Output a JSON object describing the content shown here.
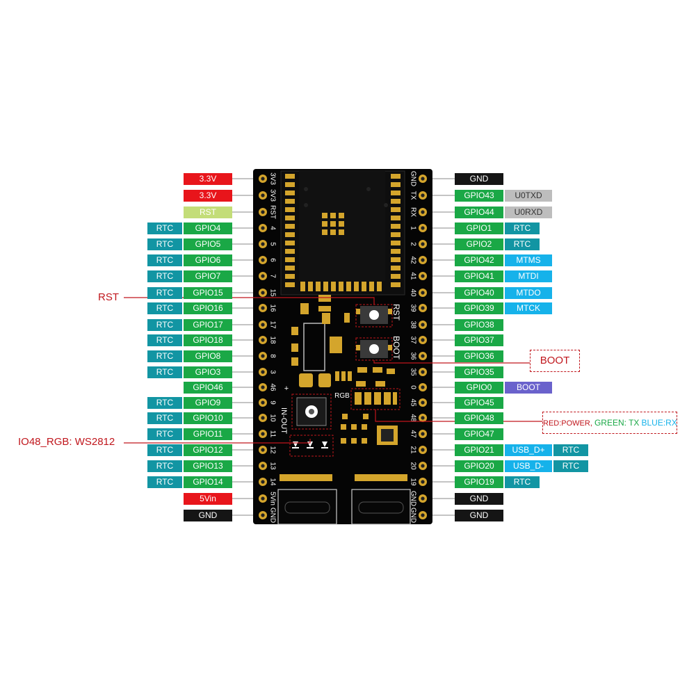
{
  "colors": {
    "rtc": "#1295a3",
    "gpio": "#1aa846",
    "power": "#e8151b",
    "rst": "#c3dd78",
    "gnd": "#151515",
    "uart": "#bdbdbd",
    "jtag": "#16b2ea",
    "usb": "#16b2ea",
    "boot": "#6a62cc",
    "callout": "#c0161c"
  },
  "left_pins": [
    {
      "silk": "3V3",
      "labels": [
        {
          "text": "3.3V",
          "kind": "power"
        }
      ]
    },
    {
      "silk": "3V3",
      "labels": [
        {
          "text": "3.3V",
          "kind": "power"
        }
      ]
    },
    {
      "silk": "RST",
      "labels": [
        {
          "text": "RST",
          "kind": "rst"
        }
      ]
    },
    {
      "silk": "4",
      "labels": [
        {
          "text": "GPIO4",
          "kind": "gpio"
        },
        {
          "text": "RTC",
          "kind": "rtc"
        }
      ]
    },
    {
      "silk": "5",
      "labels": [
        {
          "text": "GPIO5",
          "kind": "gpio"
        },
        {
          "text": "RTC",
          "kind": "rtc"
        }
      ]
    },
    {
      "silk": "6",
      "labels": [
        {
          "text": "GPIO6",
          "kind": "gpio"
        },
        {
          "text": "RTC",
          "kind": "rtc"
        }
      ]
    },
    {
      "silk": "7",
      "labels": [
        {
          "text": "GPIO7",
          "kind": "gpio"
        },
        {
          "text": "RTC",
          "kind": "rtc"
        }
      ]
    },
    {
      "silk": "15",
      "labels": [
        {
          "text": "GPIO15",
          "kind": "gpio"
        },
        {
          "text": "RTC",
          "kind": "rtc"
        }
      ]
    },
    {
      "silk": "16",
      "labels": [
        {
          "text": "GPIO16",
          "kind": "gpio"
        },
        {
          "text": "RTC",
          "kind": "rtc"
        }
      ]
    },
    {
      "silk": "17",
      "labels": [
        {
          "text": "GPIO17",
          "kind": "gpio"
        },
        {
          "text": "RTC",
          "kind": "rtc"
        }
      ]
    },
    {
      "silk": "18",
      "labels": [
        {
          "text": "GPIO18",
          "kind": "gpio"
        },
        {
          "text": "RTC",
          "kind": "rtc"
        }
      ]
    },
    {
      "silk": "8",
      "labels": [
        {
          "text": "GPIO8",
          "kind": "gpio"
        },
        {
          "text": "RTC",
          "kind": "rtc"
        }
      ]
    },
    {
      "silk": "3",
      "labels": [
        {
          "text": "GPIO3",
          "kind": "gpio"
        },
        {
          "text": "RTC",
          "kind": "rtc"
        }
      ]
    },
    {
      "silk": "46",
      "labels": [
        {
          "text": "GPIO46",
          "kind": "gpio"
        }
      ]
    },
    {
      "silk": "9",
      "labels": [
        {
          "text": "GPIO9",
          "kind": "gpio"
        },
        {
          "text": "RTC",
          "kind": "rtc"
        }
      ]
    },
    {
      "silk": "10",
      "labels": [
        {
          "text": "GPIO10",
          "kind": "gpio"
        },
        {
          "text": "RTC",
          "kind": "rtc"
        }
      ]
    },
    {
      "silk": "11",
      "labels": [
        {
          "text": "GPIO11",
          "kind": "gpio"
        },
        {
          "text": "RTC",
          "kind": "rtc"
        }
      ]
    },
    {
      "silk": "12",
      "labels": [
        {
          "text": "GPIO12",
          "kind": "gpio"
        },
        {
          "text": "RTC",
          "kind": "rtc"
        }
      ]
    },
    {
      "silk": "13",
      "labels": [
        {
          "text": "GPIO13",
          "kind": "gpio"
        },
        {
          "text": "RTC",
          "kind": "rtc"
        }
      ]
    },
    {
      "silk": "14",
      "labels": [
        {
          "text": "GPIO14",
          "kind": "gpio"
        },
        {
          "text": "RTC",
          "kind": "rtc"
        }
      ]
    },
    {
      "silk": "5Vin",
      "labels": [
        {
          "text": "5Vin",
          "kind": "power"
        }
      ]
    },
    {
      "silk": "GND",
      "labels": [
        {
          "text": "GND",
          "kind": "gnd"
        }
      ]
    }
  ],
  "right_pins": [
    {
      "silk": "GND",
      "labels": [
        {
          "text": "GND",
          "kind": "gnd"
        }
      ]
    },
    {
      "silk": "TX",
      "labels": [
        {
          "text": "GPIO43",
          "kind": "gpio"
        },
        {
          "text": "U0TXD",
          "kind": "uart"
        }
      ]
    },
    {
      "silk": "RX",
      "labels": [
        {
          "text": "GPIO44",
          "kind": "gpio"
        },
        {
          "text": "U0RXD",
          "kind": "uart"
        }
      ]
    },
    {
      "silk": "1",
      "labels": [
        {
          "text": "GPIO1",
          "kind": "gpio"
        },
        {
          "text": "RTC",
          "kind": "rtc"
        }
      ]
    },
    {
      "silk": "2",
      "labels": [
        {
          "text": "GPIO2",
          "kind": "gpio"
        },
        {
          "text": "RTC",
          "kind": "rtc"
        }
      ]
    },
    {
      "silk": "42",
      "labels": [
        {
          "text": "GPIO42",
          "kind": "gpio"
        },
        {
          "text": "MTMS",
          "kind": "jtag"
        }
      ]
    },
    {
      "silk": "41",
      "labels": [
        {
          "text": "GPIO41",
          "kind": "gpio"
        },
        {
          "text": "MTDI",
          "kind": "jtag"
        }
      ]
    },
    {
      "silk": "40",
      "labels": [
        {
          "text": "GPIO40",
          "kind": "gpio"
        },
        {
          "text": "MTDO",
          "kind": "jtag"
        }
      ]
    },
    {
      "silk": "39",
      "labels": [
        {
          "text": "GPIO39",
          "kind": "gpio"
        },
        {
          "text": "MTCK",
          "kind": "jtag"
        }
      ]
    },
    {
      "silk": "38",
      "labels": [
        {
          "text": "GPIO38",
          "kind": "gpio"
        }
      ]
    },
    {
      "silk": "37",
      "labels": [
        {
          "text": "GPIO37",
          "kind": "gpio"
        }
      ]
    },
    {
      "silk": "36",
      "labels": [
        {
          "text": "GPIO36",
          "kind": "gpio"
        }
      ]
    },
    {
      "silk": "35",
      "labels": [
        {
          "text": "GPIO35",
          "kind": "gpio"
        }
      ]
    },
    {
      "silk": "0",
      "labels": [
        {
          "text": "GPIO0",
          "kind": "gpio"
        },
        {
          "text": "BOOT",
          "kind": "boot"
        }
      ]
    },
    {
      "silk": "45",
      "labels": [
        {
          "text": "GPIO45",
          "kind": "gpio"
        }
      ]
    },
    {
      "silk": "48",
      "labels": [
        {
          "text": "GPIO48",
          "kind": "gpio"
        }
      ]
    },
    {
      "silk": "47",
      "labels": [
        {
          "text": "GPIO47",
          "kind": "gpio"
        }
      ]
    },
    {
      "silk": "21",
      "labels": [
        {
          "text": "GPIO21",
          "kind": "gpio"
        },
        {
          "text": "USB_D+",
          "kind": "usb"
        },
        {
          "text": "RTC",
          "kind": "rtc"
        }
      ]
    },
    {
      "silk": "20",
      "labels": [
        {
          "text": "GPIO20",
          "kind": "gpio"
        },
        {
          "text": "USB_D-",
          "kind": "usb"
        },
        {
          "text": "RTC",
          "kind": "rtc"
        }
      ]
    },
    {
      "silk": "19",
      "labels": [
        {
          "text": "GPIO19",
          "kind": "gpio"
        },
        {
          "text": "RTC",
          "kind": "rtc"
        }
      ]
    },
    {
      "silk": "GND",
      "labels": [
        {
          "text": "GND",
          "kind": "gnd"
        }
      ]
    },
    {
      "silk": "GND",
      "labels": [
        {
          "text": "GND",
          "kind": "gnd"
        }
      ]
    }
  ],
  "board": {
    "silk_rst": "RST",
    "silk_boot": "BOOT",
    "silk_rgb": "RGB",
    "silk_in_out": "IN-OUT",
    "silk_plus": "+"
  },
  "callouts": {
    "rst": "RST",
    "rgb": "IO48_RGB: WS2812",
    "boot": "BOOT",
    "legend": {
      "red": "RED:POWER,",
      "green": "GREEN: TX",
      "blue": "BLUE:RX",
      "red_color": "#c0161c",
      "green_color": "#1aa846",
      "blue_color": "#16b2ea"
    }
  }
}
